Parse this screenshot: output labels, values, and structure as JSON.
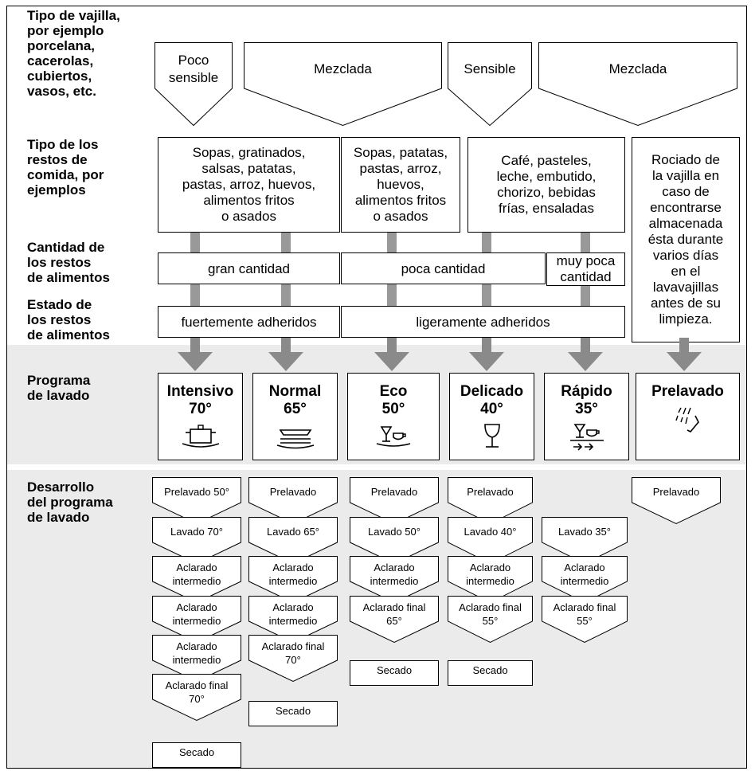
{
  "rows": {
    "dish_type": "Tipo de vajilla,\npor ejemplo\nporcelana,\ncacerolas,\ncubiertos,\nvasos, etc.",
    "food_type": "Tipo de los\nrestos de\ncomida, por\nejemplos",
    "quantity": "Cantidad de\nlos restos\nde alimentos",
    "state": "Estado de\nlos restos\nde alimentos",
    "program": "Programa\nde lavado",
    "sequence": "Desarrollo\ndel programa\nde lavado"
  },
  "dish_types": [
    "Poco\nsensible",
    "Mezclada",
    "Sensible",
    "Mezclada"
  ],
  "food_types": [
    "Sopas, gratinados,\nsalsas, patatas,\npastas, arroz, huevos,\nalimentos fritos\no asados",
    "Sopas, patatas,\npastas, arroz,\nhuevos,\nalimentos fritos\no asados",
    "Café, pasteles,\nleche, embutido,\nchorizo, bebidas\nfrías, ensaladas",
    "Rociado de\nla vajilla en\ncaso de\nencontrarse\nalmacenada\nésta durante\nvarios días\nen el\nlavavajillas\nantes de su\nlimpieza."
  ],
  "quantities": [
    "gran cantidad",
    "poca cantidad",
    "muy poca\ncantidad"
  ],
  "states": [
    "fuertemente adheridos",
    "ligeramente adheridos"
  ],
  "programs": [
    {
      "name": "Intensivo",
      "temp": "70°",
      "icon": "pot-icon"
    },
    {
      "name": "Normal",
      "temp": "65°",
      "icon": "plates-icon"
    },
    {
      "name": "Eco",
      "temp": "50°",
      "icon": "glass-cup-icon"
    },
    {
      "name": "Delicado",
      "temp": "40°",
      "icon": "wine-glass-icon"
    },
    {
      "name": "Rápido",
      "temp": "35°",
      "icon": "glass-cup-fast-icon"
    },
    {
      "name": "Prelavado",
      "temp": "",
      "icon": "spray-icon"
    }
  ],
  "steps": {
    "intensivo": [
      "Prelavado 50°",
      "Lavado 70°",
      "Aclarado\nintermedio",
      "Aclarado\nintermedio",
      "Aclarado\nintermedio",
      "Aclarado final\n70°",
      "Secado"
    ],
    "normal": [
      "Prelavado",
      "Lavado 65°",
      "Aclarado\nintermedio",
      "Aclarado\nintermedio",
      "Aclarado final\n70°",
      "Secado"
    ],
    "eco": [
      "Prelavado",
      "Lavado 50°",
      "Aclarado\nintermedio",
      "Aclarado final\n65°",
      "Secado"
    ],
    "delicado": [
      "Prelavado",
      "Lavado 40°",
      "Aclarado\nintermedio",
      "Aclarado final\n55°",
      "Secado"
    ],
    "rapido": [
      "Lavado 35°",
      "Aclarado\nintermedio",
      "Aclarado final\n55°"
    ],
    "prelavado": [
      "Prelavado"
    ]
  }
}
